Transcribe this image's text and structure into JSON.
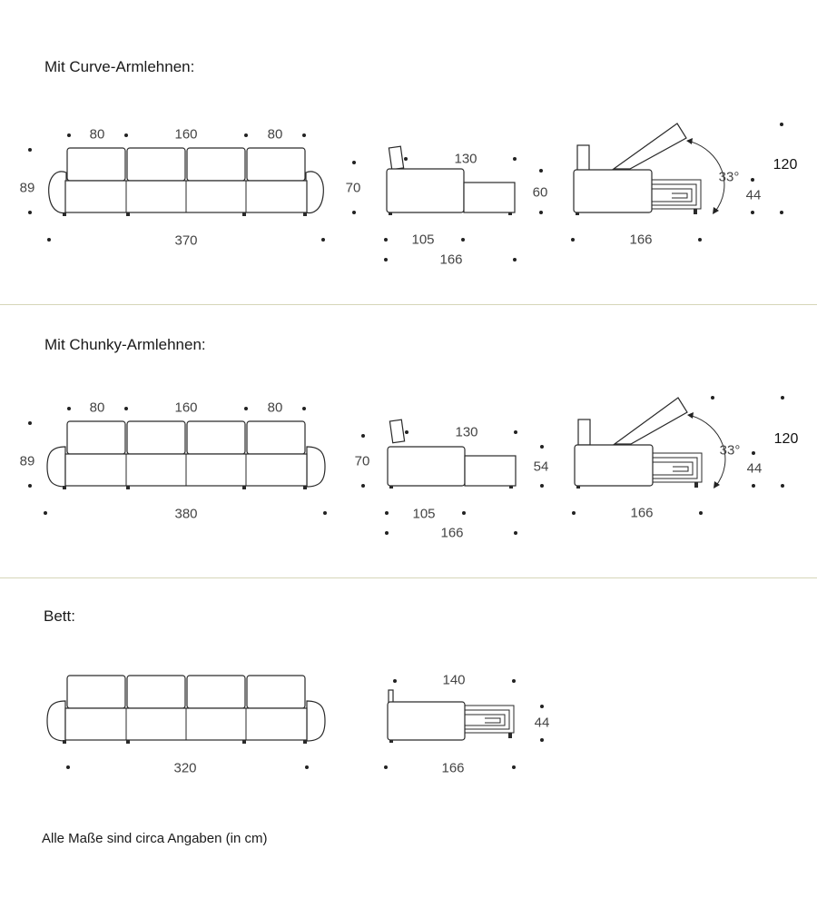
{
  "sections": {
    "curve": {
      "heading": "Mit Curve-Armlehnen:",
      "front": {
        "seat_left": "80",
        "seat_middle": "160",
        "seat_right": "80",
        "height": "89",
        "width": "370"
      },
      "side": {
        "backrest_height": "70",
        "depth": "105",
        "depth_extended": "130",
        "seat_height": "60",
        "total_length": "166"
      },
      "recline": {
        "angle": "33°",
        "height": "120",
        "seat_height": "44",
        "length": "166"
      }
    },
    "chunky": {
      "heading": "Mit Chunky-Armlehnen:",
      "front": {
        "seat_left": "80",
        "seat_middle": "160",
        "seat_right": "80",
        "height": "89",
        "width": "380"
      },
      "side": {
        "backrest_height": "70",
        "depth": "105",
        "depth_extended": "130",
        "seat_height": "54",
        "total_length": "166"
      },
      "recline": {
        "angle": "33°",
        "height": "120",
        "seat_height": "44",
        "length": "166"
      }
    },
    "bed": {
      "heading": "Bett:",
      "front": {
        "width": "320"
      },
      "side": {
        "length": "140",
        "height": "44",
        "total_length": "166"
      }
    }
  },
  "footnote": "Alle Maße sind circa Angaben (in cm)"
}
